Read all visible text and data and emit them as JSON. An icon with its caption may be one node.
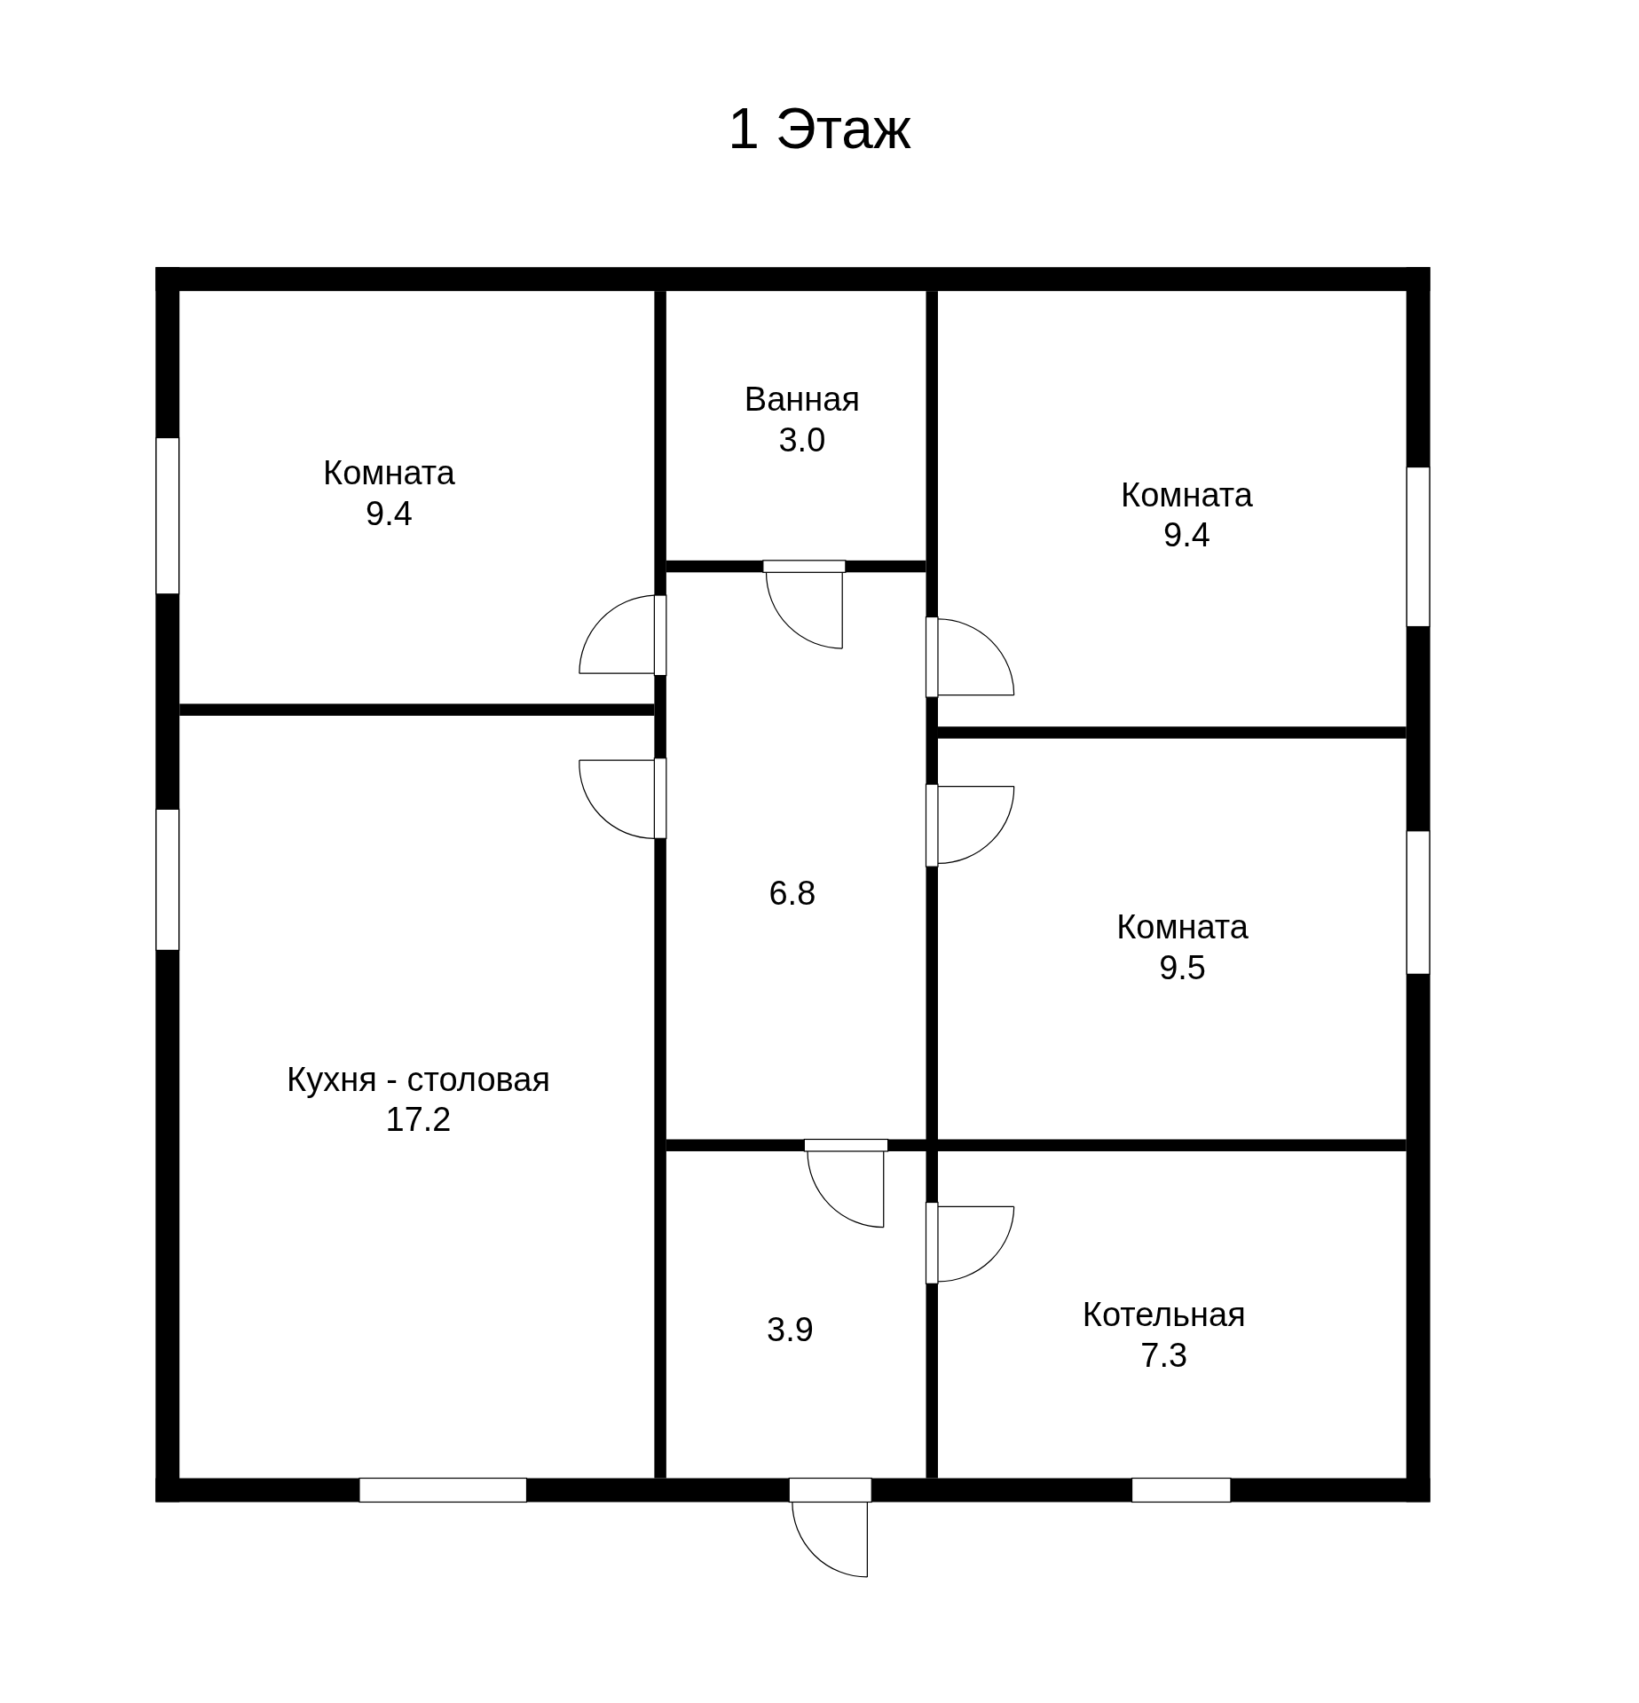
{
  "diagram": {
    "title": "1 Этаж",
    "nodes": [
      {
        "text": [
          "Комната",
          "9.4"
        ]
      },
      {
        "text": [
          "Ванная",
          "3.0"
        ]
      },
      {
        "text": [
          "Комната",
          "9.4"
        ]
      },
      {
        "text": [
          "Кухня - столовая",
          "17.2"
        ]
      },
      {
        "text": [
          "6.8"
        ]
      },
      {
        "text": [
          "Комната",
          "9.5"
        ]
      },
      {
        "text": [
          "3.9"
        ]
      },
      {
        "text": [
          "Котельная",
          "7.3"
        ]
      }
    ],
    "edges": []
  }
}
